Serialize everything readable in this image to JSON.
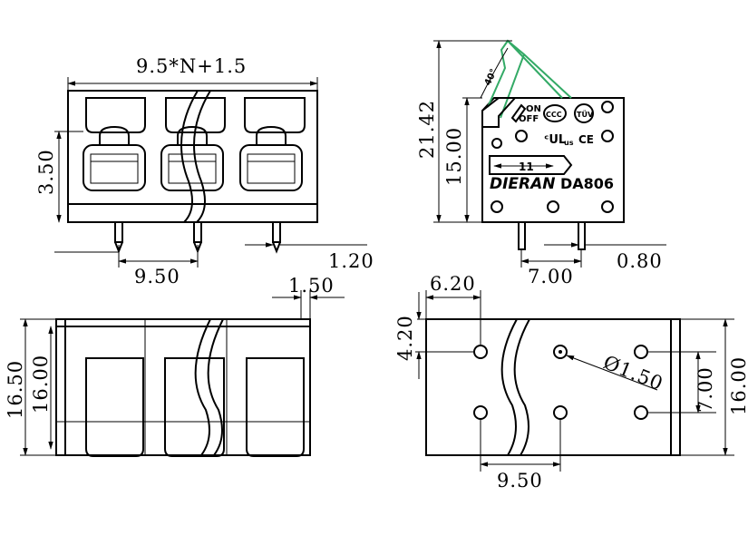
{
  "drawing": {
    "front_view": {
      "overall_width": "9.5*N+1.5",
      "height": "3.50",
      "pin_pitch": "9.50",
      "pin_width": "1.20"
    },
    "side_view": {
      "total_height": "21.42",
      "body_height": "15.00",
      "lever_angle": "40°",
      "pin_spacing": "7.00",
      "pin_width": "0.80",
      "part_marking": {
        "brand": "DIERAN",
        "model": "DA806",
        "pitch_mark": "11",
        "on_label": "ON",
        "off_label": "OFF",
        "cert_ccc": "CCC",
        "cert_tuv": "TÜV",
        "cert_ul": "ᶜUL",
        "cert_us": "us",
        "cert_ce": "CE"
      }
    },
    "top_view": {
      "outer_depth": "16.50",
      "inner_depth": "16.00",
      "edge_offset": "1.50"
    },
    "pcb_layout": {
      "hole_offset_x": "6.20",
      "hole_offset_y": "4.20",
      "hole_diameter": "Ø1.50",
      "row_spacing": "7.00",
      "board_depth": "16.00",
      "pitch": "9.50"
    }
  }
}
